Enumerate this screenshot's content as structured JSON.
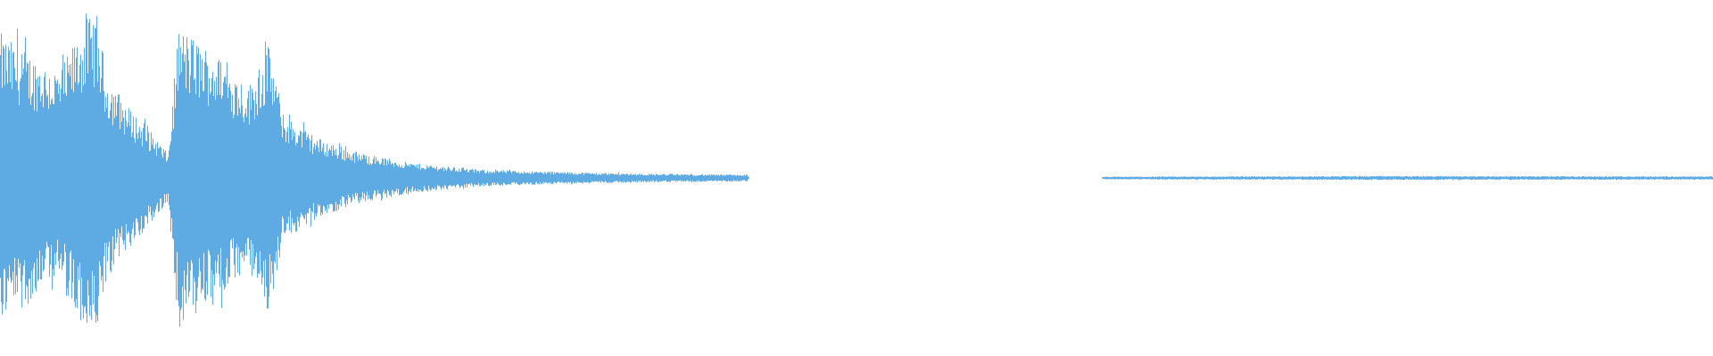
{
  "waveform": {
    "color": "#5eaae3",
    "background": "#ffffff",
    "duration_fraction_envelope": [
      {
        "t": 0.0,
        "amp": 0.86
      },
      {
        "t": 0.008,
        "amp": 0.8
      },
      {
        "t": 0.02,
        "amp": 0.72
      },
      {
        "t": 0.035,
        "amp": 0.64
      },
      {
        "t": 0.05,
        "amp": 0.94
      },
      {
        "t": 0.056,
        "amp": 0.98
      },
      {
        "t": 0.062,
        "amp": 0.62
      },
      {
        "t": 0.075,
        "amp": 0.42
      },
      {
        "t": 0.09,
        "amp": 0.25
      },
      {
        "t": 0.098,
        "amp": 0.14
      },
      {
        "t": 0.104,
        "amp": 0.9
      },
      {
        "t": 0.115,
        "amp": 0.82
      },
      {
        "t": 0.13,
        "amp": 0.7
      },
      {
        "t": 0.145,
        "amp": 0.55
      },
      {
        "t": 0.157,
        "amp": 0.8
      },
      {
        "t": 0.165,
        "amp": 0.38
      },
      {
        "t": 0.185,
        "amp": 0.24
      },
      {
        "t": 0.21,
        "amp": 0.15
      },
      {
        "t": 0.24,
        "amp": 0.09
      },
      {
        "t": 0.28,
        "amp": 0.05
      },
      {
        "t": 0.33,
        "amp": 0.035
      },
      {
        "t": 0.38,
        "amp": 0.025
      },
      {
        "t": 0.436,
        "amp": 0.02
      },
      {
        "t": 0.437,
        "amp": 0.0
      },
      {
        "t": 0.643,
        "amp": 0.0
      },
      {
        "t": 0.644,
        "amp": 0.008
      },
      {
        "t": 0.8,
        "amp": 0.012
      },
      {
        "t": 1.0,
        "amp": 0.01
      }
    ]
  }
}
